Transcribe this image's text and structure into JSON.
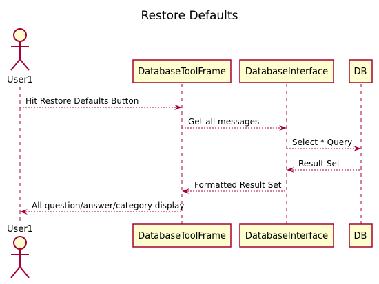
{
  "title": "Restore Defaults",
  "colors": {
    "line": "#A80036",
    "box_fill": "#FEFECE",
    "text": "#000000"
  },
  "participants": [
    {
      "id": "user1",
      "label": "User1",
      "kind": "actor"
    },
    {
      "id": "dtf",
      "label": "DatabaseToolFrame",
      "kind": "participant"
    },
    {
      "id": "dbi",
      "label": "DatabaseInterface",
      "kind": "participant"
    },
    {
      "id": "db",
      "label": "DB",
      "kind": "participant"
    }
  ],
  "messages": [
    {
      "from": "user1",
      "to": "dtf",
      "label": "Hit Restore Defaults Button"
    },
    {
      "from": "dtf",
      "to": "dbi",
      "label": "Get all messages"
    },
    {
      "from": "dbi",
      "to": "db",
      "label": "Select * Query"
    },
    {
      "from": "db",
      "to": "dbi",
      "label": "Result Set"
    },
    {
      "from": "dbi",
      "to": "dtf",
      "label": "Formatted Result Set"
    },
    {
      "from": "dtf",
      "to": "user1",
      "label": "All question/answer/category display"
    }
  ]
}
